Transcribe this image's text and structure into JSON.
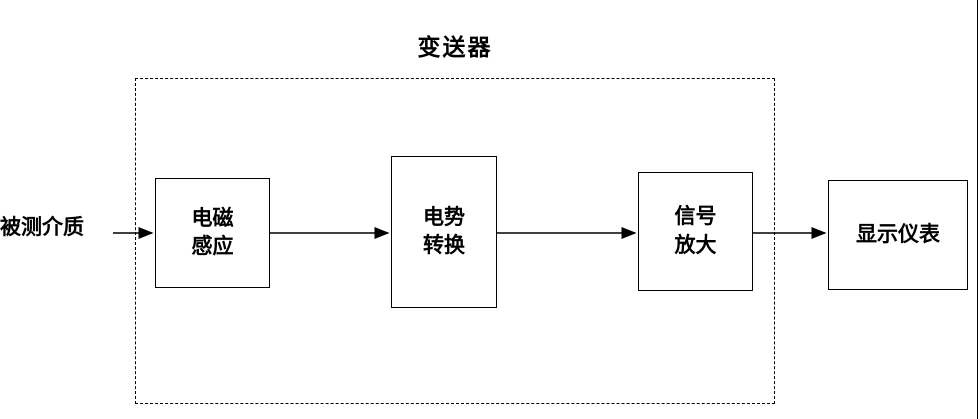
{
  "diagram": {
    "title": "变送器",
    "source_label": "被测介质",
    "boxes": [
      {
        "name": "electromagnetic-induction",
        "lines": [
          "电磁",
          "感应"
        ]
      },
      {
        "name": "potential-conversion",
        "lines": [
          "电势",
          "转换"
        ]
      },
      {
        "name": "signal-amplification",
        "lines": [
          "信号",
          "放大"
        ]
      },
      {
        "name": "display-instrument",
        "lines": [
          "显示仪表"
        ]
      }
    ],
    "colors": {
      "line": "#000000",
      "background": "#ffffff"
    }
  }
}
